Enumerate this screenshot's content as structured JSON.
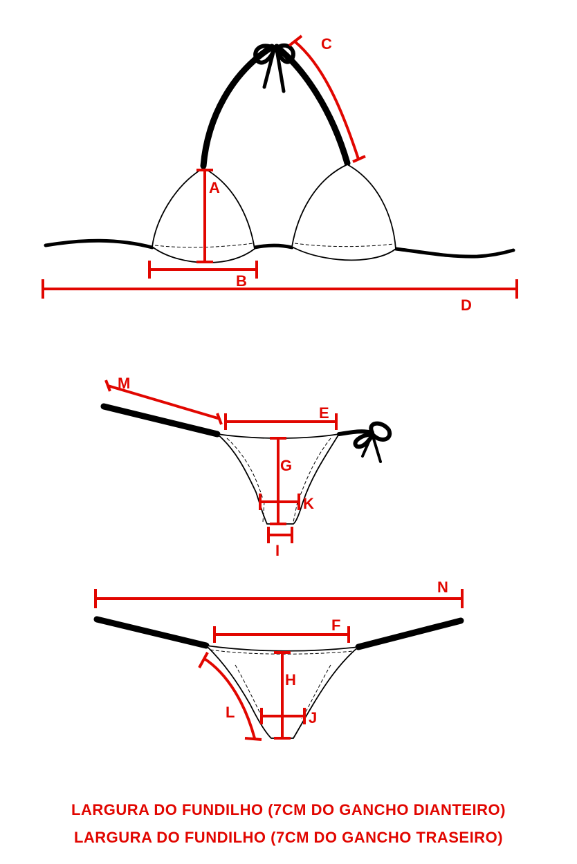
{
  "measurements": {
    "A": "A",
    "B": "B",
    "C": "C",
    "D": "D",
    "E": "E",
    "F": "F",
    "G": "G",
    "H": "H",
    "I": "I",
    "J": "J",
    "K": "K",
    "L": "L",
    "M": "M",
    "N": "N"
  },
  "notes": {
    "front": "LARGURA DO FUNDILHO (7CM DO GANCHO DIANTEIRO)",
    "back": "LARGURA DO FUNDILHO (7CM DO GANCHO TRASEIRO)"
  },
  "colors": {
    "measure": "#e10600",
    "garment": "#000000",
    "background": "#ffffff"
  }
}
